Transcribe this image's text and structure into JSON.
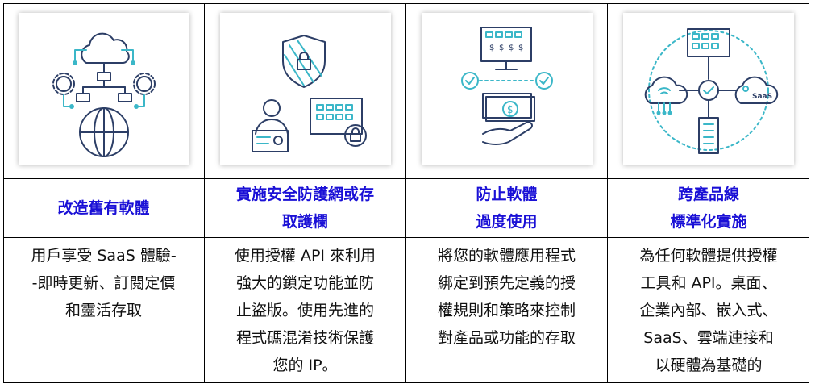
{
  "columns": [
    {
      "title_lines": [
        "改造舊有軟體"
      ],
      "desc_lines": [
        "用戶享受 SaaS 體驗-",
        "-即時更新、訂閱定價",
        "和靈活存取"
      ],
      "icon": "cloud-network-globe-icon"
    },
    {
      "title_lines": [
        "實施安全防護網或存",
        "取護欄"
      ],
      "desc_lines": [
        "使用授權 API 來利用",
        "強大的鎖定功能並防",
        "止盜版。使用先進的",
        "程式碼混淆技術保護",
        "您的 IP。"
      ],
      "icon": "shield-lock-user-icon"
    },
    {
      "title_lines": [
        "防止軟體",
        "過度使用"
      ],
      "desc_lines": [
        "將您的軟體應用程式",
        "綁定到預先定義的授",
        "權規則和策略來控制",
        "對產品或功能的存取"
      ],
      "icon": "monitor-money-hand-icon"
    },
    {
      "title_lines": [
        "跨產品線",
        "標準化實施"
      ],
      "desc_lines": [
        "為任何軟體提供授權",
        "工具和 API。桌面、",
        "企業內部、嵌入式、",
        "SaaS、雲端連接和",
        "以硬體為基礎的"
      ],
      "icon": "saas-hub-icon",
      "icon_label": "SaaS"
    }
  ]
}
